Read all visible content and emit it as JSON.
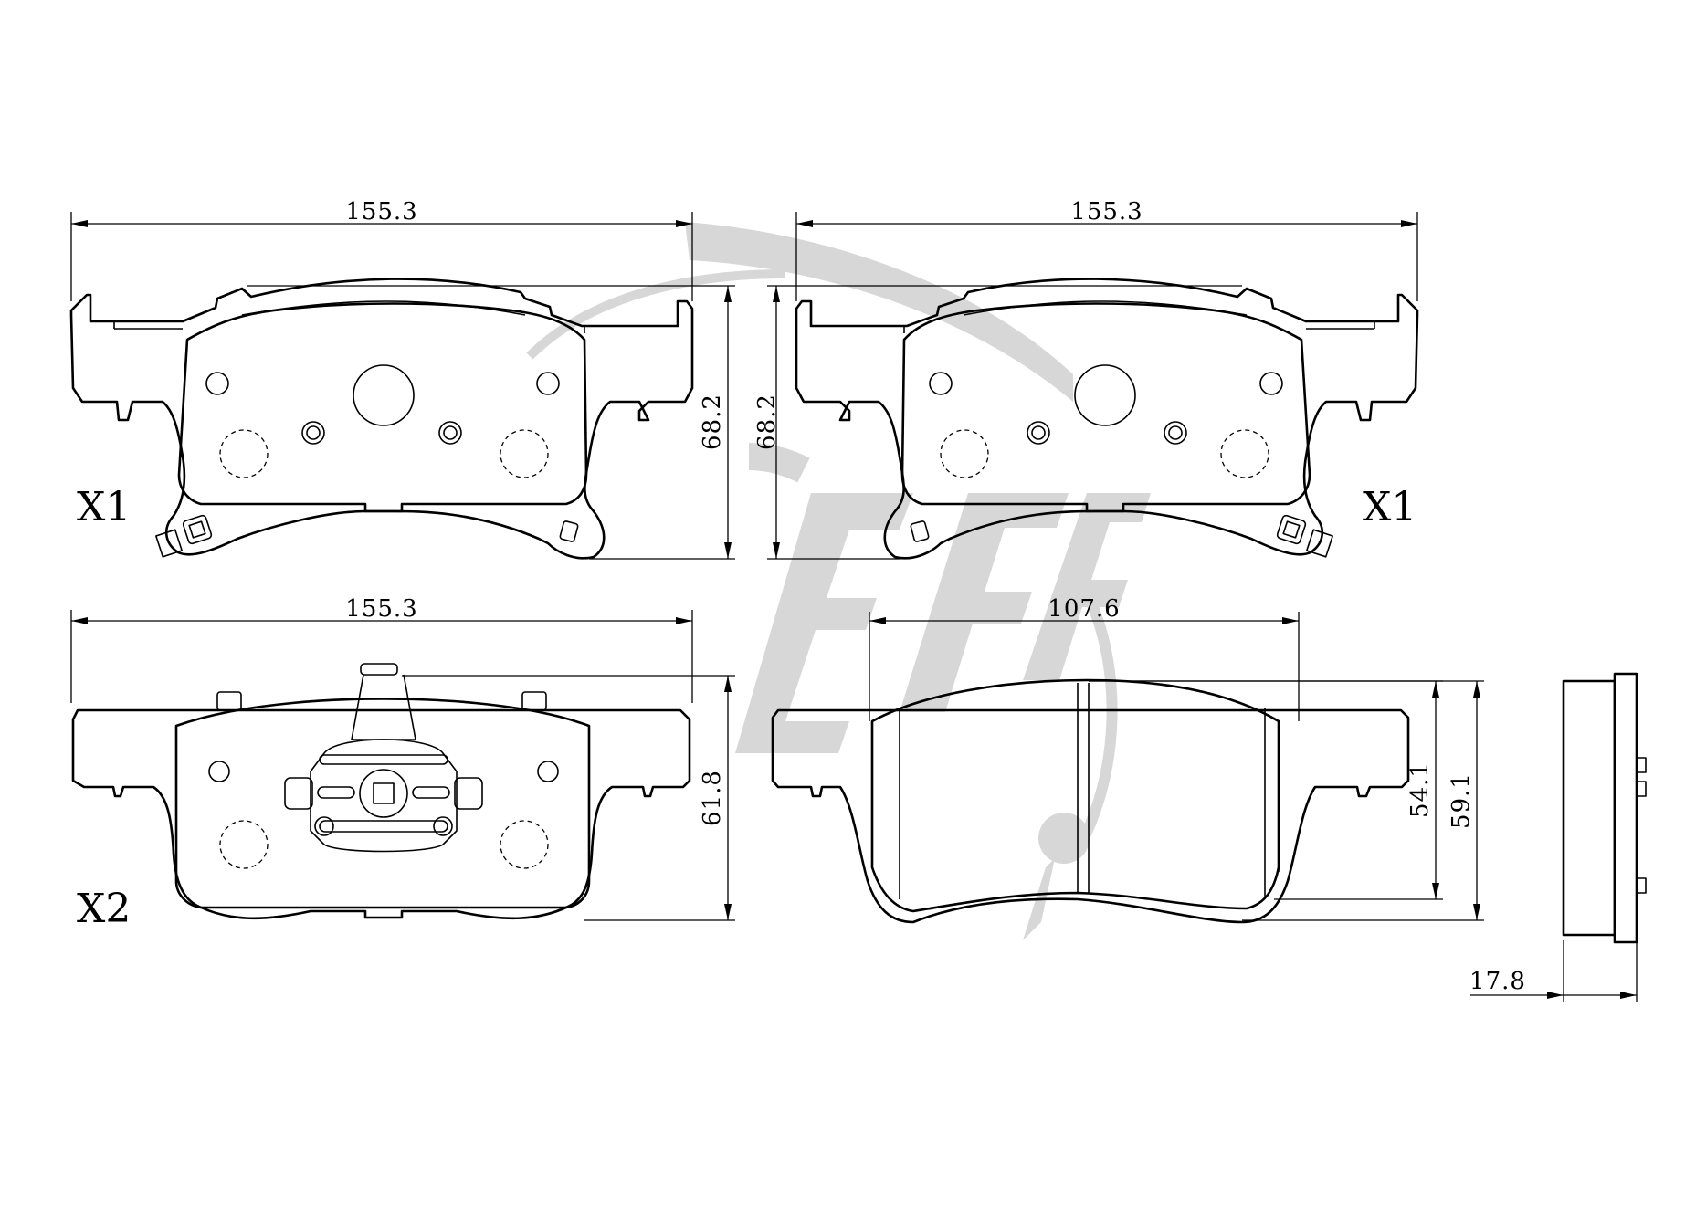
{
  "dimensions": {
    "pad1_width": "155.3",
    "pad1_height": "68.2",
    "pad2_width": "155.3",
    "pad2_height": "68.2",
    "pad3_width": "155.3",
    "pad3_height": "61.8",
    "pad4_width": "107.6",
    "pad4_height_inner": "54.1",
    "pad4_height_outer": "59.1",
    "thickness": "17.8"
  },
  "quantities": {
    "pad1": "X1",
    "pad2": "X1",
    "pad3": "X2"
  },
  "colors": {
    "line": "#000000",
    "watermark": "#d7d7d7",
    "background": "#ffffff"
  }
}
